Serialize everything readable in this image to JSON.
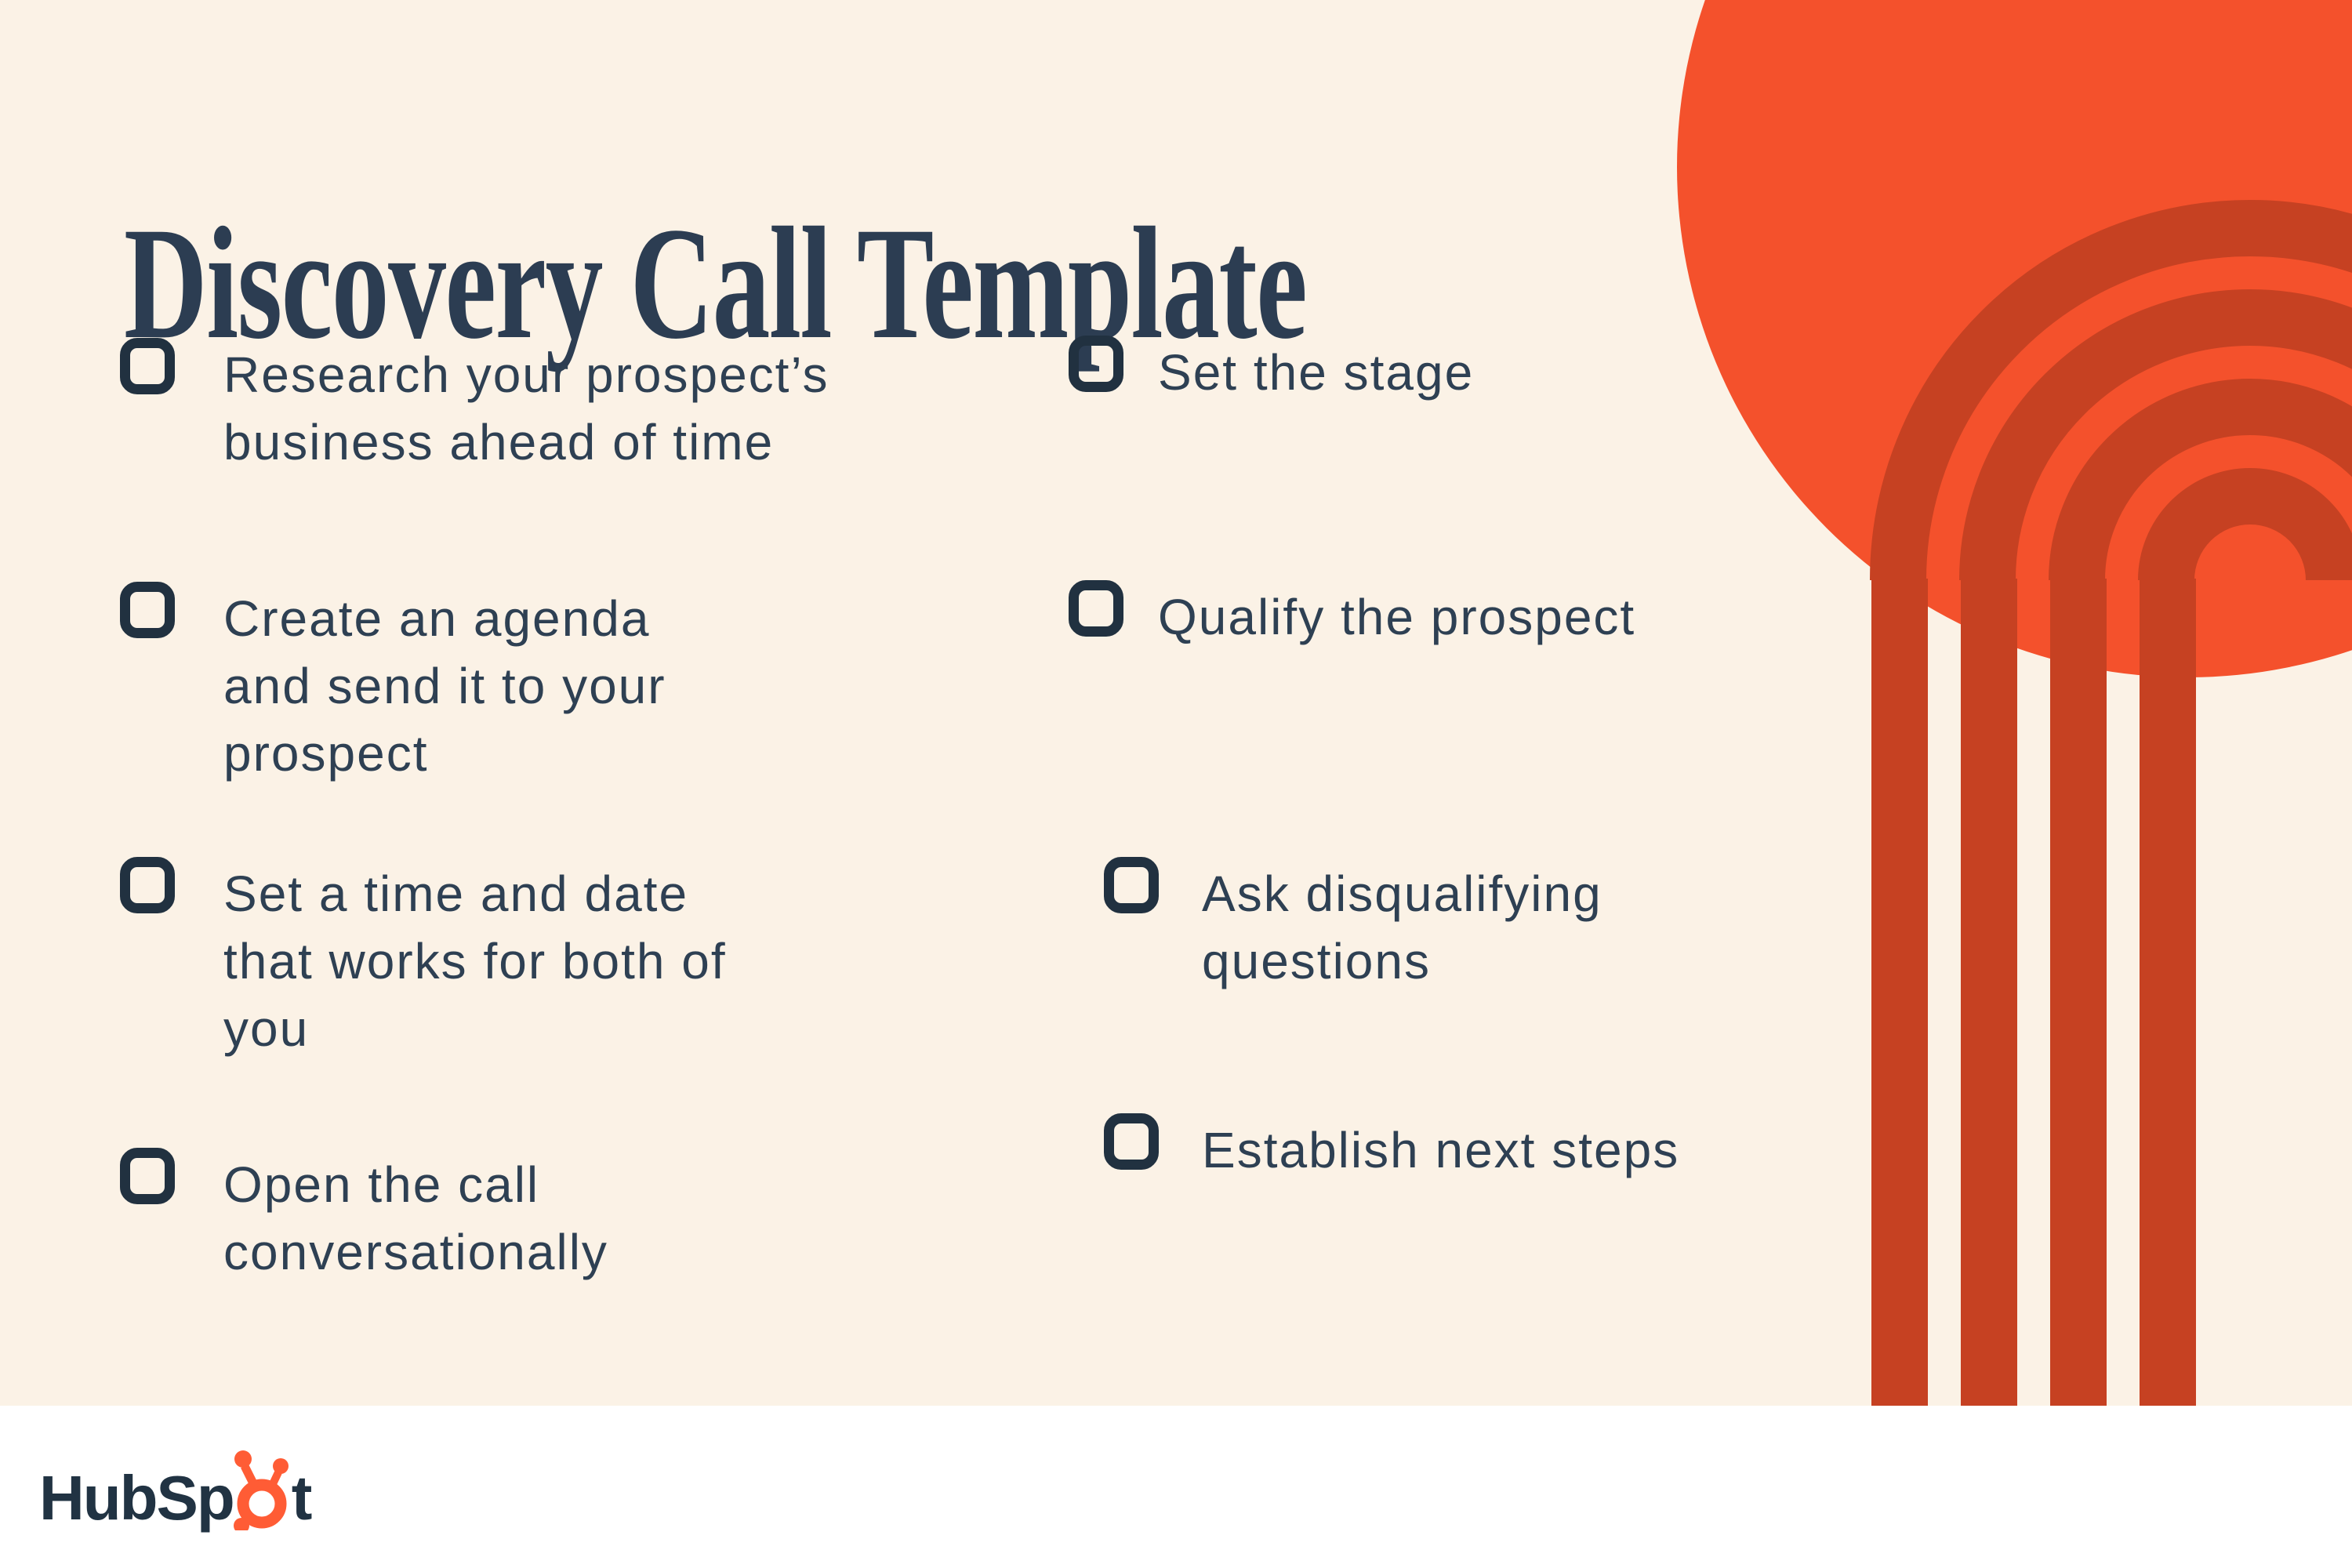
{
  "title": "Discovery Call Template",
  "checklist": {
    "left": [
      {
        "lines": [
          "Research your prospect’s",
          "business ahead of time"
        ]
      },
      {
        "lines": [
          "Create an agenda",
          "and send it to your",
          "prospect"
        ]
      },
      {
        "lines": [
          "Set a time and date",
          "that works for both of",
          "you"
        ]
      },
      {
        "lines": [
          "Open the call",
          "conversationally"
        ]
      }
    ],
    "right": [
      {
        "lines": [
          "Set the stage"
        ]
      },
      {
        "lines": [
          "Qualify the prospect"
        ]
      },
      {
        "lines": [
          "Ask disqualifying",
          "questions"
        ]
      },
      {
        "lines": [
          "Establish next steps"
        ]
      }
    ]
  },
  "logo": {
    "part1": "HubSp",
    "part2": "t",
    "sprocket_icon": "hubspot-sprocket"
  },
  "colors": {
    "background_cream": "#FBF2E6",
    "footer_white": "#FFFFFF",
    "title_navy": "#2C3D52",
    "text_navy": "#2E4053",
    "checkbox_navy": "#213140",
    "circle_orange": "#F4512C",
    "arch_red": "#C64122",
    "logo_navy": "#213343",
    "logo_orange": "#FF5C35"
  }
}
